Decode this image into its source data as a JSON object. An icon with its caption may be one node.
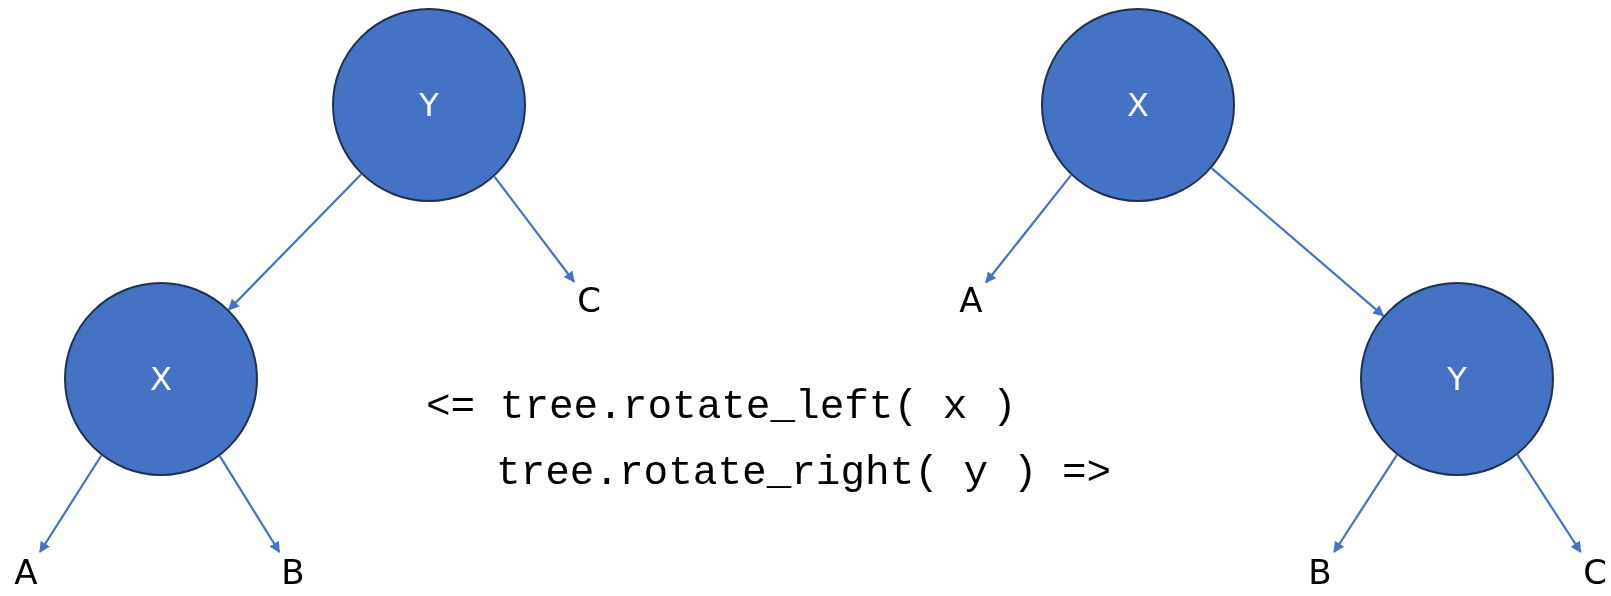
{
  "diagram": {
    "nodes": [
      {
        "text": [
          "Y"
        ]
      },
      {
        "text": [
          "X"
        ]
      },
      {
        "text": [
          "C"
        ]
      },
      {
        "text": [
          "A"
        ]
      },
      {
        "text": [
          "B"
        ]
      },
      {
        "text": [
          "X"
        ]
      },
      {
        "text": [
          "A"
        ]
      },
      {
        "text": [
          "Y"
        ]
      },
      {
        "text": [
          "B"
        ]
      },
      {
        "text": [
          "C"
        ]
      }
    ],
    "edges": [
      {
        "from": 0,
        "to": 1,
        "arrow": "to"
      },
      {
        "from": 0,
        "to": 2,
        "arrow": "to"
      },
      {
        "from": 1,
        "to": 3,
        "arrow": "to"
      },
      {
        "from": 1,
        "to": 4,
        "arrow": "to"
      },
      {
        "from": 5,
        "to": 6,
        "arrow": "to"
      },
      {
        "from": 5,
        "to": 7,
        "arrow": "to"
      },
      {
        "from": 7,
        "to": 8,
        "arrow": "to"
      },
      {
        "from": 7,
        "to": 9,
        "arrow": "to"
      }
    ],
    "labels": [
      "<= tree.rotate_left( x )",
      "tree.rotate_right( y ) =>"
    ]
  }
}
